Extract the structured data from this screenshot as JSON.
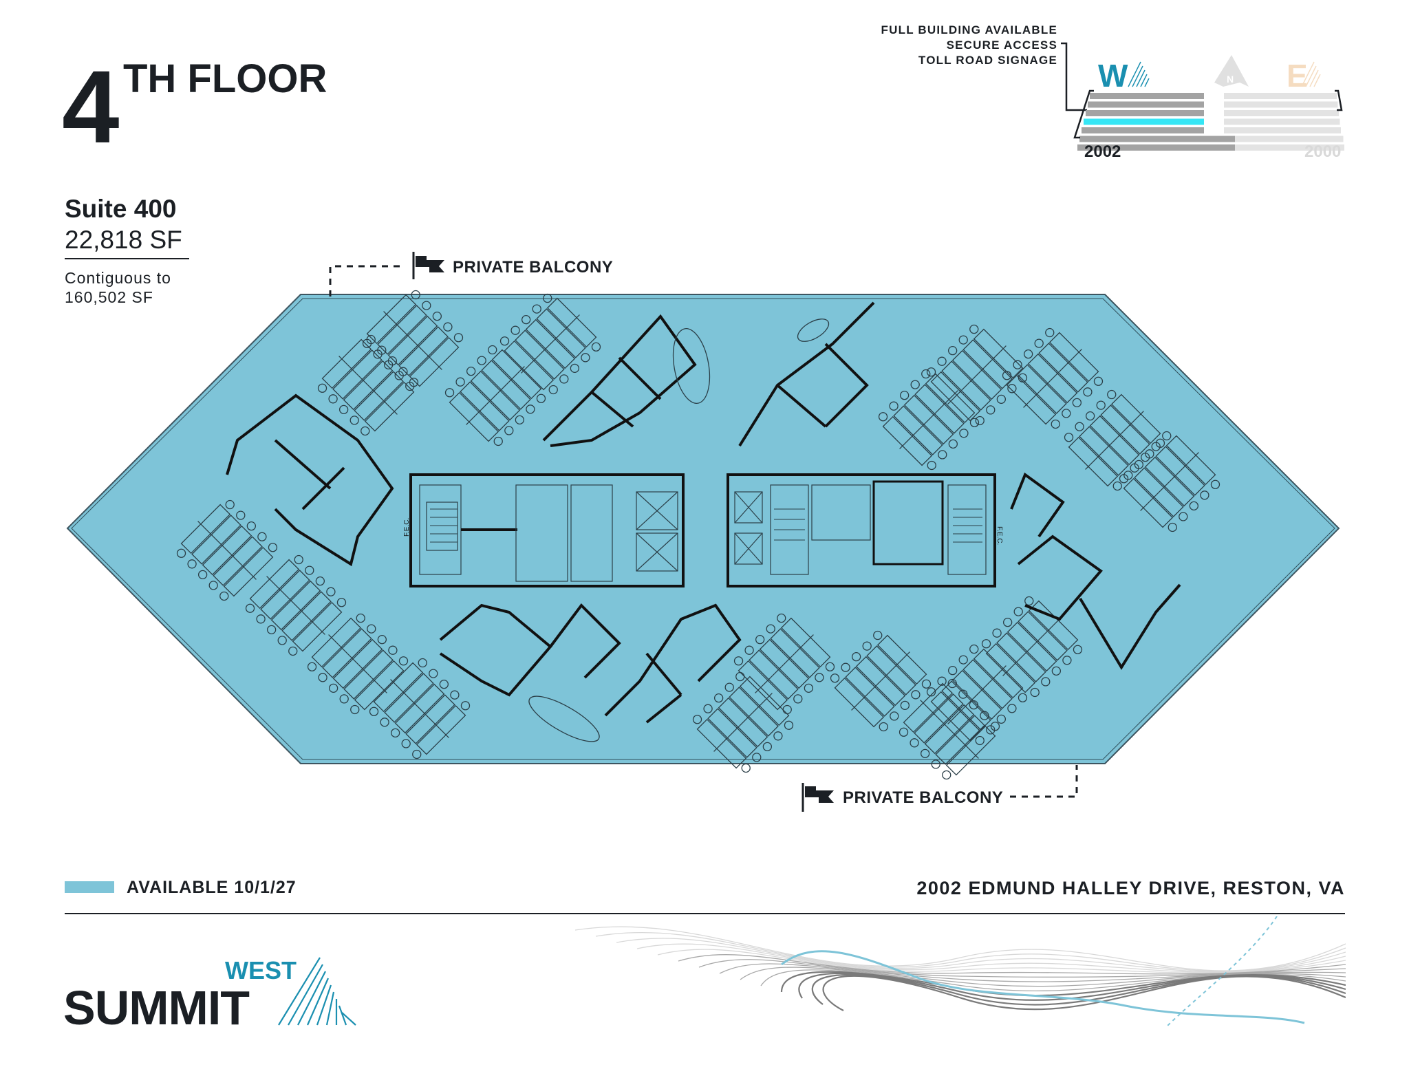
{
  "header": {
    "floor_number": "4",
    "floor_suffix": "TH FLOOR"
  },
  "suite": {
    "name": "Suite 400",
    "area": "22,818 SF",
    "contiguous_line1": "Contiguous to",
    "contiguous_line2": "160,502 SF"
  },
  "features": [
    "FULL BUILDING AVAILABLE",
    "SECURE ACCESS",
    "TOLL ROAD SIGNAGE"
  ],
  "building_key": {
    "west_letter": "W",
    "north_letter": "N",
    "east_letter": "E",
    "west_building": "2002",
    "east_building": "2000",
    "highlighted_floor": 4,
    "colors": {
      "highlight": "#35e6f5",
      "west": "#1a8fb0",
      "east": "#f5dcc0",
      "bars_west": "#a3a3a3",
      "bars_east": "#e3e3e3"
    }
  },
  "floorplan": {
    "balcony_top": "PRIVATE BALCONY",
    "balcony_bottom": "PRIVATE BALCONY",
    "fec_label": "F.E.C.",
    "available_color": "#7ec4d8"
  },
  "legend": {
    "label": "AVAILABLE 10/1/27"
  },
  "address": "2002 EDMUND HALLEY DRIVE, RESTON, VA",
  "logo": {
    "top": "WEST",
    "main": "SUMMIT"
  }
}
